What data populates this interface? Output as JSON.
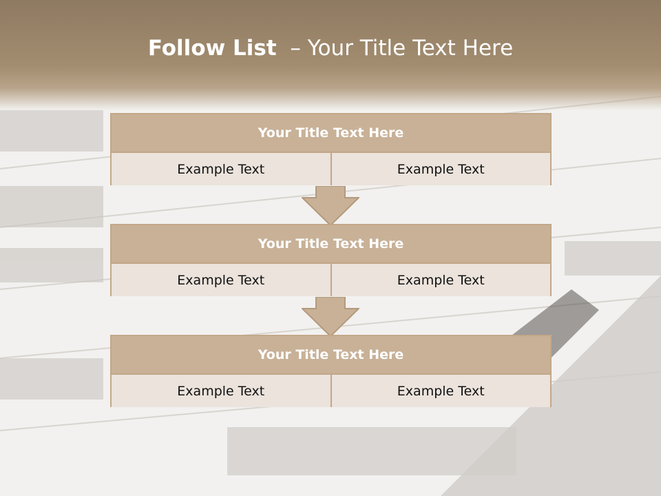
{
  "slide": {
    "title_bold": "Follow List",
    "title_rest": "  – Your Title Text Here"
  },
  "steps": [
    {
      "title": "Your Title Text Here",
      "cells": [
        "Example Text",
        "Example Text"
      ]
    },
    {
      "title": "Your Title Text Here",
      "cells": [
        "Example Text",
        "Example Text"
      ]
    },
    {
      "title": "Your Title Text Here",
      "cells": [
        "Example Text",
        "Example Text"
      ]
    }
  ],
  "colors": {
    "header_band": "#8e7a62",
    "box_fill": "#c8b197",
    "box_border": "#c2a788",
    "cell_fill": "#ebe3dc"
  }
}
